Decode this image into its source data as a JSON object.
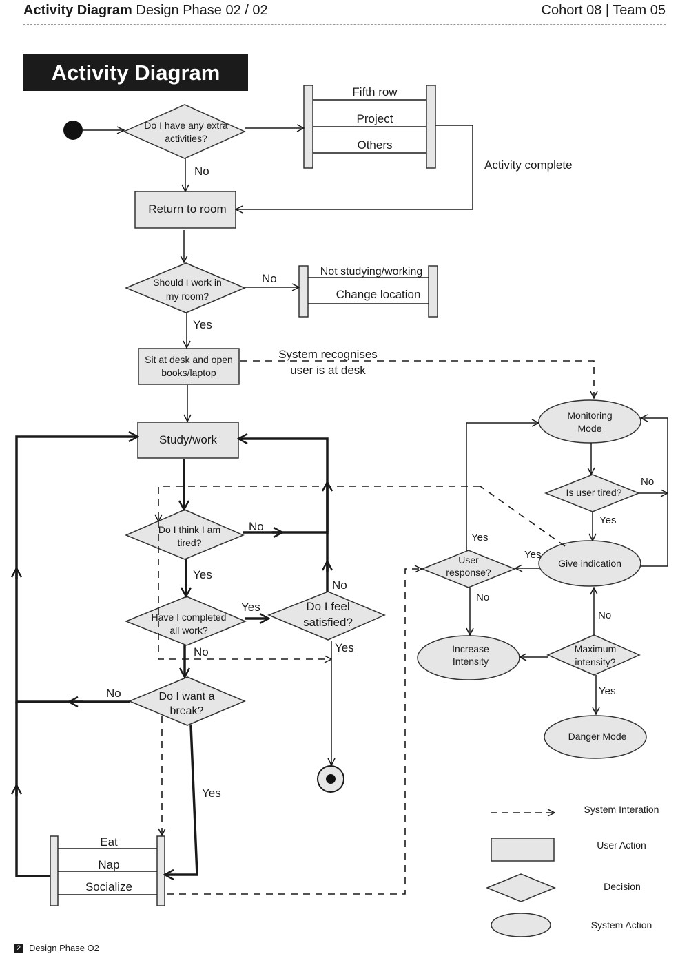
{
  "header": {
    "title_bold": "Activity Diagram",
    "title_rest": "Design Phase 02 / 02",
    "right": "Cohort 08 | Team 05"
  },
  "title": "Activity Diagram",
  "nodes": {
    "extra_activities": [
      "Do I have any extra",
      "activities?"
    ],
    "fork_activities": [
      "Fifth row",
      "Project",
      "Others"
    ],
    "activity_complete": "Activity complete",
    "return_to_room": "Return to room",
    "work_in_room": [
      "Should I work in",
      "my room?"
    ],
    "fork_not_working": [
      "Not studying/working",
      "Change location"
    ],
    "sit_at_desk": [
      "Sit at desk and open",
      "books/laptop"
    ],
    "system_recognises": [
      "System recognises",
      "user is at desk"
    ],
    "study_work": "Study/work",
    "think_tired": [
      "Do I think I am",
      "tired?"
    ],
    "completed_work": [
      "Have I completed",
      "all work?"
    ],
    "feel_satisfied": [
      "Do I feel",
      "satisfied?"
    ],
    "want_break": [
      "Do I want a",
      "break?"
    ],
    "fork_break": [
      "Eat",
      "Nap",
      "Socialize"
    ],
    "monitoring_mode": [
      "Monitoring",
      "Mode"
    ],
    "user_tired": "Is user tired?",
    "give_indication": "Give indication",
    "user_response": [
      "User",
      "response?"
    ],
    "increase_intensity": [
      "Increase",
      "Intensity"
    ],
    "max_intensity": [
      "Maximum",
      "intensity?"
    ],
    "danger_mode": "Danger Mode"
  },
  "edge_labels": {
    "yes": "Yes",
    "no": "No"
  },
  "legend": {
    "system_interaction": "System Interation",
    "user_action": "User Action",
    "decision": "Decision",
    "system_action": "System Action"
  },
  "footer": {
    "page": "2",
    "label": "Design Phase O2"
  }
}
